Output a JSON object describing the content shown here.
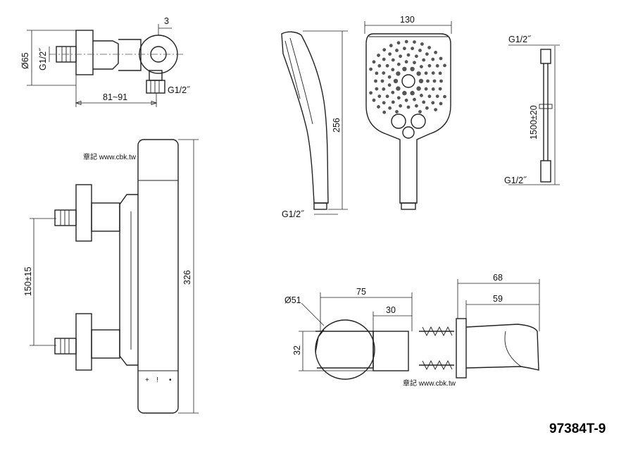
{
  "labels": {
    "diam_65": "Ø65",
    "g_top_left": "G1/2˝",
    "dim_3": "3",
    "g_bottom_left": "G1/2˝",
    "dim_81_91": "81~91",
    "dim_150": "150±15",
    "dim_326": "326",
    "dim_130": "130",
    "dim_256": "256",
    "g_hand": "G1/2˝",
    "g_hose_top": "G1/2˝",
    "dim_1500": "1500±20",
    "g_hose_bottom": "G1/2˝",
    "diam_51": "Ø51",
    "dim_75": "75",
    "dim_30": "30",
    "dim_32": "32",
    "dim_68": "68",
    "dim_59": "59",
    "watermark_1": "章記 www.cbk.tw",
    "watermark_2": "章記 www.cbk.tw",
    "model_number": "97384T-9"
  }
}
